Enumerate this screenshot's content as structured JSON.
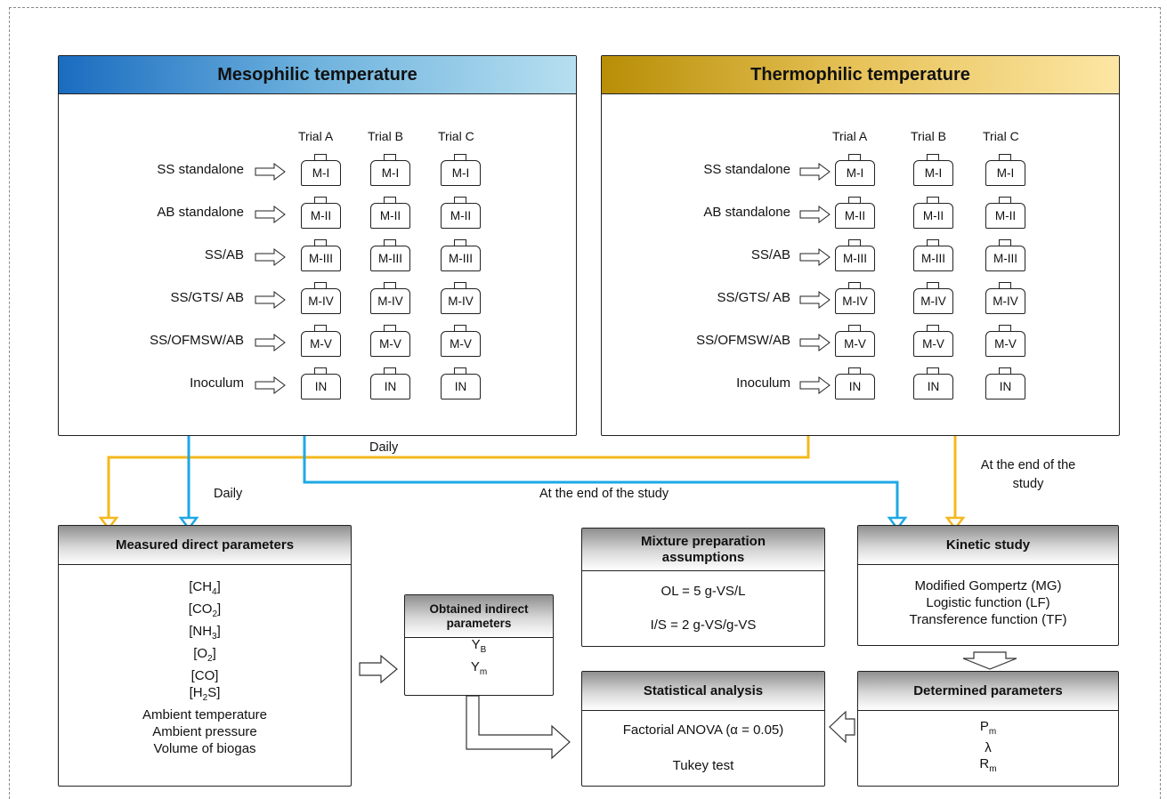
{
  "mesophilic": {
    "title": "Mesophilic temperature",
    "trials": [
      "Trial A",
      "Trial B",
      "Trial C"
    ],
    "rows": [
      {
        "label": "SS standalone",
        "code": "M-I"
      },
      {
        "label": "AB standalone",
        "code": "M-II"
      },
      {
        "label": "SS/AB",
        "code": "M-III"
      },
      {
        "label": "SS/GTS/ AB",
        "code": "M-IV"
      },
      {
        "label": "SS/OFMSW/AB",
        "code": "M-V"
      },
      {
        "label": "Inoculum",
        "code": "IN"
      }
    ]
  },
  "thermophilic": {
    "title": "Thermophilic temperature",
    "trials": [
      "Trial A",
      "Trial B",
      "Trial C"
    ],
    "rows": [
      {
        "label": "SS standalone",
        "code": "M-I"
      },
      {
        "label": "AB standalone",
        "code": "M-II"
      },
      {
        "label": "SS/AB",
        "code": "M-III"
      },
      {
        "label": "SS/GTS/ AB",
        "code": "M-IV"
      },
      {
        "label": "SS/OFMSW/AB",
        "code": "M-V"
      },
      {
        "label": "Inoculum",
        "code": "IN"
      }
    ]
  },
  "flows": {
    "daily_top": "Daily",
    "daily_left": "Daily",
    "end_of_study": "At the end of the study",
    "end_of_study_right_line1": "At the end of the",
    "end_of_study_right_line2": "study"
  },
  "measured": {
    "title": "Measured direct parameters",
    "ch4": "[CH",
    "ch4_sub": "4",
    "ch4_end": "]",
    "co2": "[CO",
    "co2_sub": "2",
    "co2_end": "]",
    "nh3": "[NH",
    "nh3_sub": "3",
    "nh3_end": "]",
    "o2": "[O",
    "o2_sub": "2",
    "o2_end": "]",
    "co": "[CO]",
    "h2s": "[H",
    "h2s_sub": "2",
    "h2s_end": "S]",
    "ambient_temp": "Ambient temperature",
    "ambient_pressure": "Ambient pressure",
    "volume": "Volume of biogas"
  },
  "indirect": {
    "title_line1": "Obtained indirect",
    "title_line2": "parameters",
    "yb": "Y",
    "yb_sub": "B",
    "ym": "Y",
    "ym_sub": "m"
  },
  "mixture": {
    "title_line1": "Mixture preparation",
    "title_line2": "assumptions",
    "ol": "OL = 5 g-VS/L",
    "is": "I/S = 2 g-VS/g-VS"
  },
  "kinetic": {
    "title": "Kinetic study",
    "mg": "Modified Gompertz (MG)",
    "lf": "Logistic function (LF)",
    "tf": "Transference function (TF)"
  },
  "statistical": {
    "title": "Statistical analysis",
    "anova": "Factorial ANOVA (α = 0.05)",
    "tukey": "Tukey test"
  },
  "determined": {
    "title": "Determined parameters",
    "pm": "P",
    "pm_sub": "m",
    "lambda": "λ",
    "rm": "R",
    "rm_sub": "m"
  },
  "colors": {
    "blue_arrow": "#1ea8e6",
    "orange_arrow": "#f5b81c",
    "meso_header_start": "#1a6cc0",
    "meso_header_end": "#b6dff0",
    "thermo_header_start": "#b88e06",
    "thermo_header_end": "#fde6a4"
  }
}
